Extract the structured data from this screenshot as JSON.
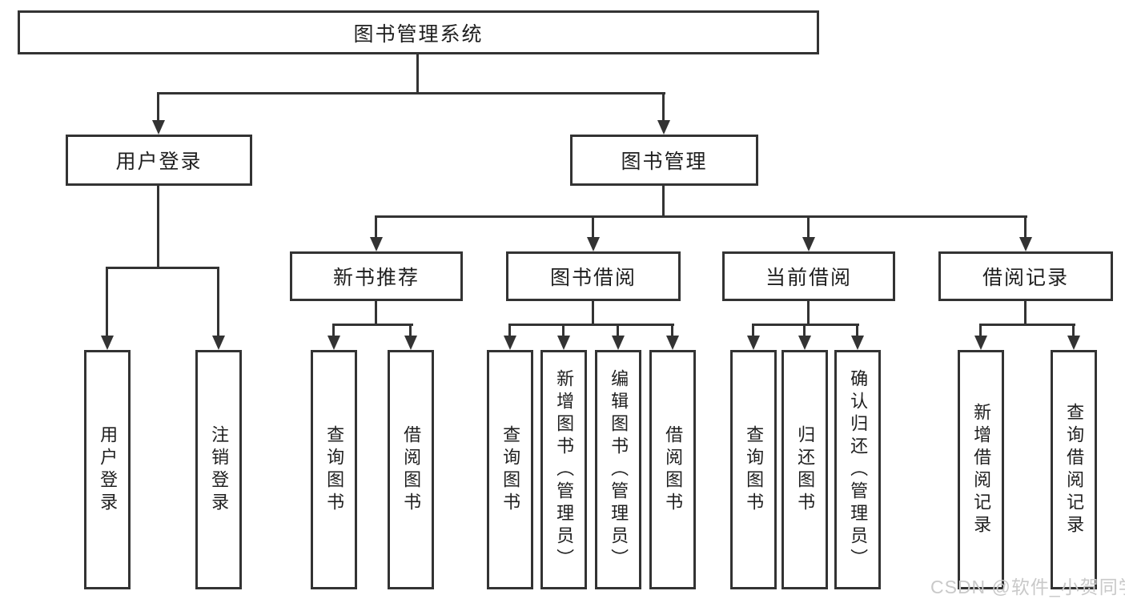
{
  "diagram": {
    "title": "图书管理系统",
    "branches": [
      {
        "label": "用户登录",
        "children": [
          "用户登录",
          "注销登录"
        ]
      },
      {
        "label": "图书管理",
        "groups": [
          {
            "label": "新书推荐",
            "children": [
              "查询图书",
              "借阅图书"
            ]
          },
          {
            "label": "图书借阅",
            "children": [
              "查询图书",
              "新增图书（管理员）",
              "编辑图书（管理员）",
              "借阅图书"
            ]
          },
          {
            "label": "当前借阅",
            "children": [
              "查询图书",
              "归还图书",
              "确认归还（管理员）"
            ]
          },
          {
            "label": "借阅记录",
            "children": [
              "新增借阅记录",
              "查询借阅记录"
            ]
          }
        ]
      }
    ]
  },
  "watermark": {
    "text": "CSDN @软件_小贺同学",
    "color": "#c9c9c9"
  },
  "colors": {
    "line": "#333333",
    "text": "#1f1f1f",
    "background": "#ffffff"
  }
}
